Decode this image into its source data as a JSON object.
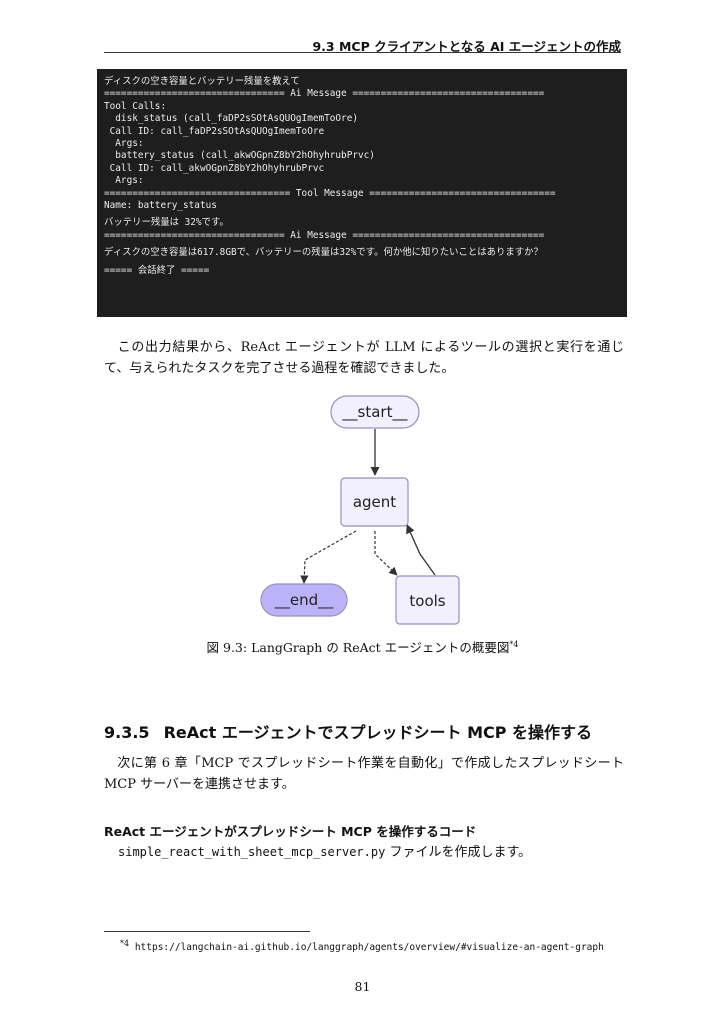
{
  "header": {
    "running_title": "9.3 MCP クライアントとなる AI エージェントの作成"
  },
  "terminal": {
    "lines": [
      "ディスクの空き容量とバッテリー残量を教えて",
      "================================ Ai Message ==================================",
      "Tool Calls:",
      "  disk_status (call_faDP2sSOtAsQUOgImemToOre)",
      " Call ID: call_faDP2sSOtAsQUOgImemToOre",
      "  Args:",
      "  battery_status (call_akwOGpnZ8bY2hOhyhrubPrvc)",
      " Call ID: call_akwOGpnZ8bY2hOhyhrubPrvc",
      "  Args:",
      "================================= Tool Message =================================",
      "Name: battery_status",
      "",
      "バッテリー残量は 32%です。",
      "================================ Ai Message ==================================",
      "",
      "ディスクの空き容量は617.8GBで、バッテリーの残量は32%です。何か他に知りたいことはありますか？",
      "",
      "===== 会話終了 ====="
    ]
  },
  "body": {
    "paragraph1": "　この出力結果から、ReAct エージェントが LLM によるツールの選択と実行を通じて、与えられたタスクを完了させる過程を確認できました。",
    "paragraph2": "　次に第 6 章「MCP でスプレッドシート作業を自動化」で作成したスプレッドシート MCP サーバーを連携させます。"
  },
  "diagram": {
    "nodes": {
      "start": "__start__",
      "agent": "agent",
      "end": "__end__",
      "tools": "tools"
    },
    "colors": {
      "node_fill": "#f2efff",
      "node_stroke": "#9990bd",
      "end_fill": "#bcb2fa",
      "edge": "#333333"
    }
  },
  "figure": {
    "caption": "図 9.3: LangGraph の ReAct エージェントの概要図",
    "footnote_ref": "*4"
  },
  "section": {
    "number": "9.3.5",
    "title": "ReAct エージェントでスプレッドシート MCP を操作する"
  },
  "subsection": {
    "title": "ReAct エージェントがスプレッドシート MCP を操作するコード",
    "filename": "simple_react_with_sheet_mcp_server.py",
    "text": " ファイルを作成します。"
  },
  "footnote": {
    "mark": "*4",
    "url": "https://langchain-ai.github.io/langgraph/agents/overview/#visualize-an-agent-graph"
  },
  "page_number": "81"
}
